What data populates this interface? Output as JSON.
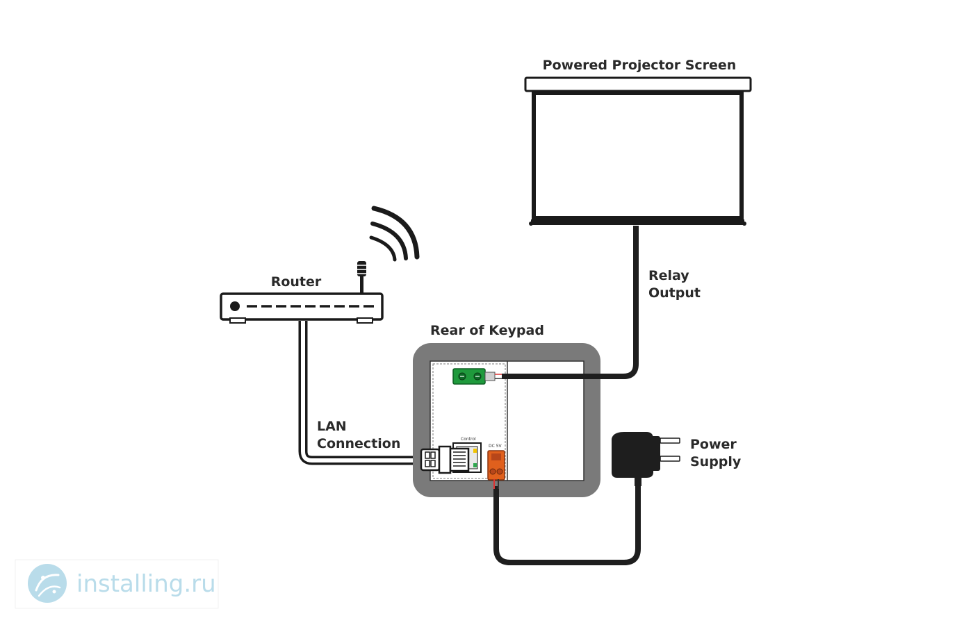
{
  "labels": {
    "screen": "Powered Projector Screen",
    "router": "Router",
    "keypad": "Rear of Keypad",
    "relay_line1": "Relay",
    "relay_line2": "Output",
    "lan_line1": "LAN",
    "lan_line2": "Connection",
    "power_line1": "Power",
    "power_line2": "Supply",
    "control_port": "Control",
    "dc_port": "DC 5V"
  },
  "watermark": {
    "text": "installing.ru",
    "icon": "installing-logo-icon"
  },
  "colors": {
    "keypad_frame": "#7a7a7a",
    "cable": "#1e1e1e",
    "relay_terminal": "#1f9a3c",
    "power_terminal": "#e0601d",
    "watermark": "#b9dcea"
  }
}
